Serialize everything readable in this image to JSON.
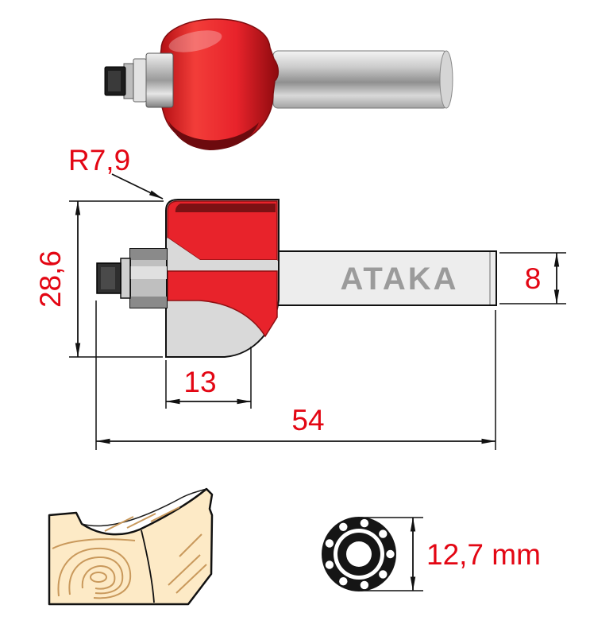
{
  "labels": {
    "brand": "ATAKA",
    "radius": "R7,9",
    "height": "28,6",
    "cut_length": "13",
    "overall_length": "54",
    "shank_diameter": "8",
    "bearing_diameter": "12,7 mm"
  },
  "colors": {
    "dimension_red": "#e30613",
    "cutter_red": "#e8232b",
    "cutter_dark_red": "#7c1114",
    "body_gray": "#d9d9d9",
    "shank_gray": "#ededed",
    "brand_gray": "#9b9b9b",
    "wood_cream": "#fdeac6",
    "wood_grain": "#c9995c"
  },
  "icons": {
    "photo": "router-bit-photo",
    "wood_sample": "cove-profile-wood-sample",
    "bearing": "ball-bearing-diagram"
  }
}
